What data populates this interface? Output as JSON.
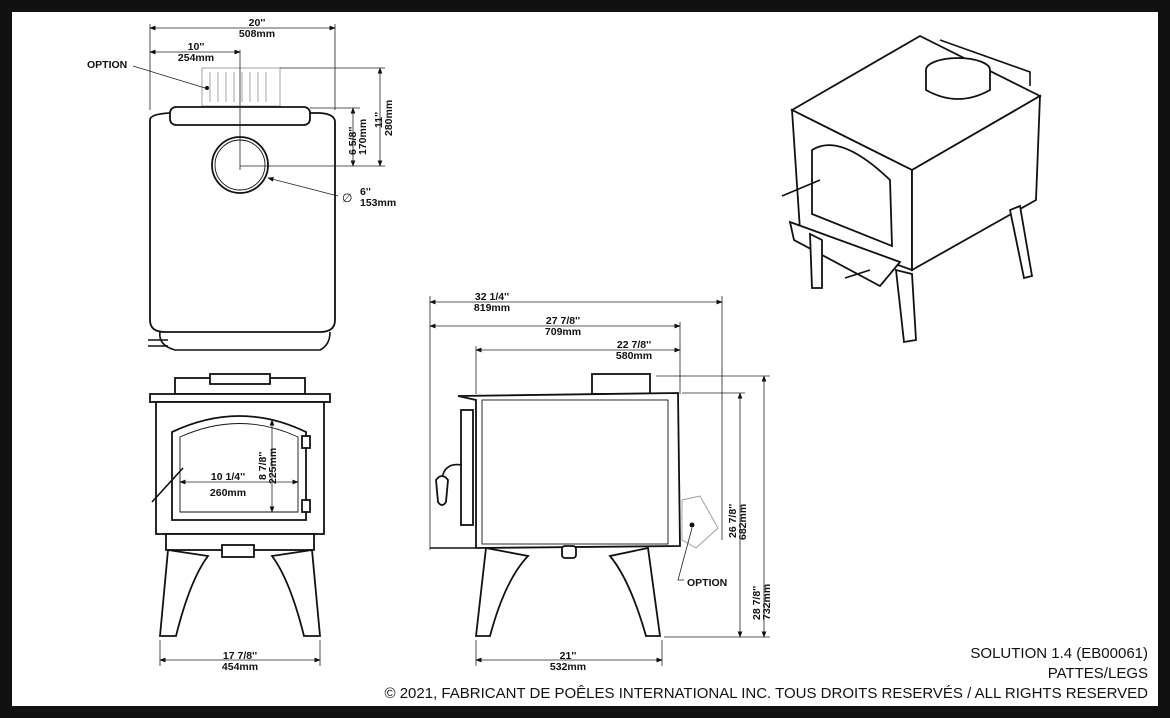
{
  "top_view": {
    "width_in": "20''",
    "width_mm": "508mm",
    "half_in": "10''",
    "half_mm": "254mm",
    "option_label": "OPTION",
    "flue_offset_in": "6 5/8''",
    "flue_offset_mm": "170mm",
    "depth_in": "11''",
    "depth_mm": "280mm",
    "diameter_symbol": "∅",
    "flue_dia_in": "6''",
    "flue_dia_mm": "153mm"
  },
  "front_view": {
    "door_w_in": "10 1/4''",
    "door_w_mm": "260mm",
    "door_h_in": "8 7/8''",
    "door_h_mm": "225mm",
    "width_in": "17 7/8''",
    "width_mm": "454mm"
  },
  "side_view": {
    "overall_in": "32 1/4''",
    "overall_mm": "819mm",
    "depth2_in": "27 7/8''",
    "depth2_mm": "709mm",
    "body_in": "22 7/8''",
    "body_mm": "580mm",
    "height_in": "26 7/8''",
    "height_mm": "682mm",
    "total_h_in": "28 7/8''",
    "total_h_mm": "732mm",
    "legs_in": "21''",
    "legs_mm": "532mm",
    "option_label": "OPTION"
  },
  "title_block": {
    "model": "SOLUTION 1.4 (EB00061)",
    "subtitle": "PATTES/LEGS",
    "copyright": "© 2021, FABRICANT DE POÊLES INTERNATIONAL INC. TOUS DROITS RESERVÉS / ALL RIGHTS RESERVED"
  }
}
